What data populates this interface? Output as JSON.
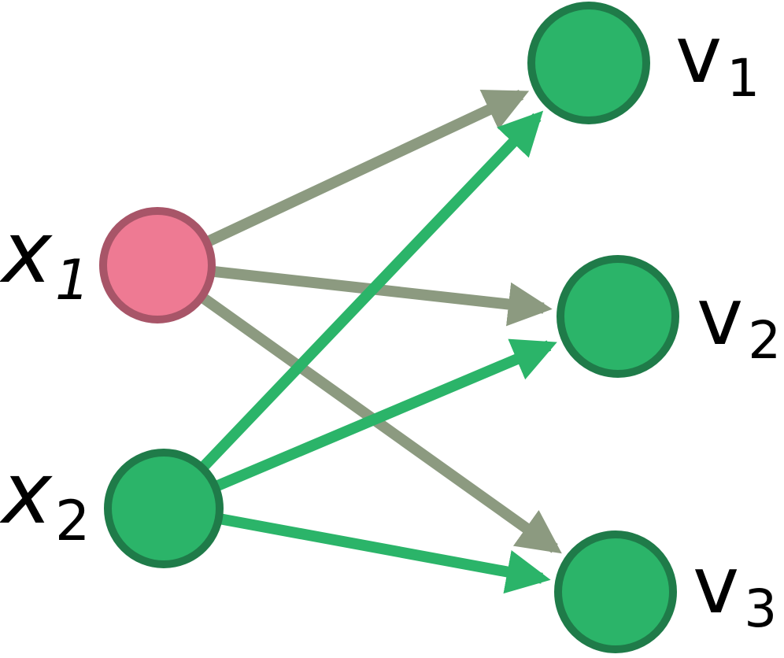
{
  "colors": {
    "input_x1_fill": "#ee7a93",
    "input_x1_stroke": "#a85568",
    "node_fill": "#2bb469",
    "node_stroke": "#1f7b49",
    "edge_gray": "#8c9a80",
    "edge_green": "#2bb469",
    "text": "#000000"
  },
  "nodes": [
    {
      "id": "x1",
      "base": "x",
      "sub": "1",
      "italic_sub": true,
      "role": "input"
    },
    {
      "id": "x2",
      "base": "x",
      "sub": "2",
      "italic_sub": false,
      "role": "input"
    },
    {
      "id": "v1",
      "base": "v",
      "sub": "1",
      "role": "output"
    },
    {
      "id": "v2",
      "base": "v",
      "sub": "2",
      "role": "output"
    },
    {
      "id": "v3",
      "base": "v",
      "sub": "3",
      "role": "output"
    }
  ],
  "edges": [
    {
      "from": "x1",
      "to": "v1",
      "color": "gray"
    },
    {
      "from": "x1",
      "to": "v2",
      "color": "gray"
    },
    {
      "from": "x1",
      "to": "v3",
      "color": "gray"
    },
    {
      "from": "x2",
      "to": "v1",
      "color": "green"
    },
    {
      "from": "x2",
      "to": "v2",
      "color": "green"
    },
    {
      "from": "x2",
      "to": "v3",
      "color": "green"
    }
  ]
}
